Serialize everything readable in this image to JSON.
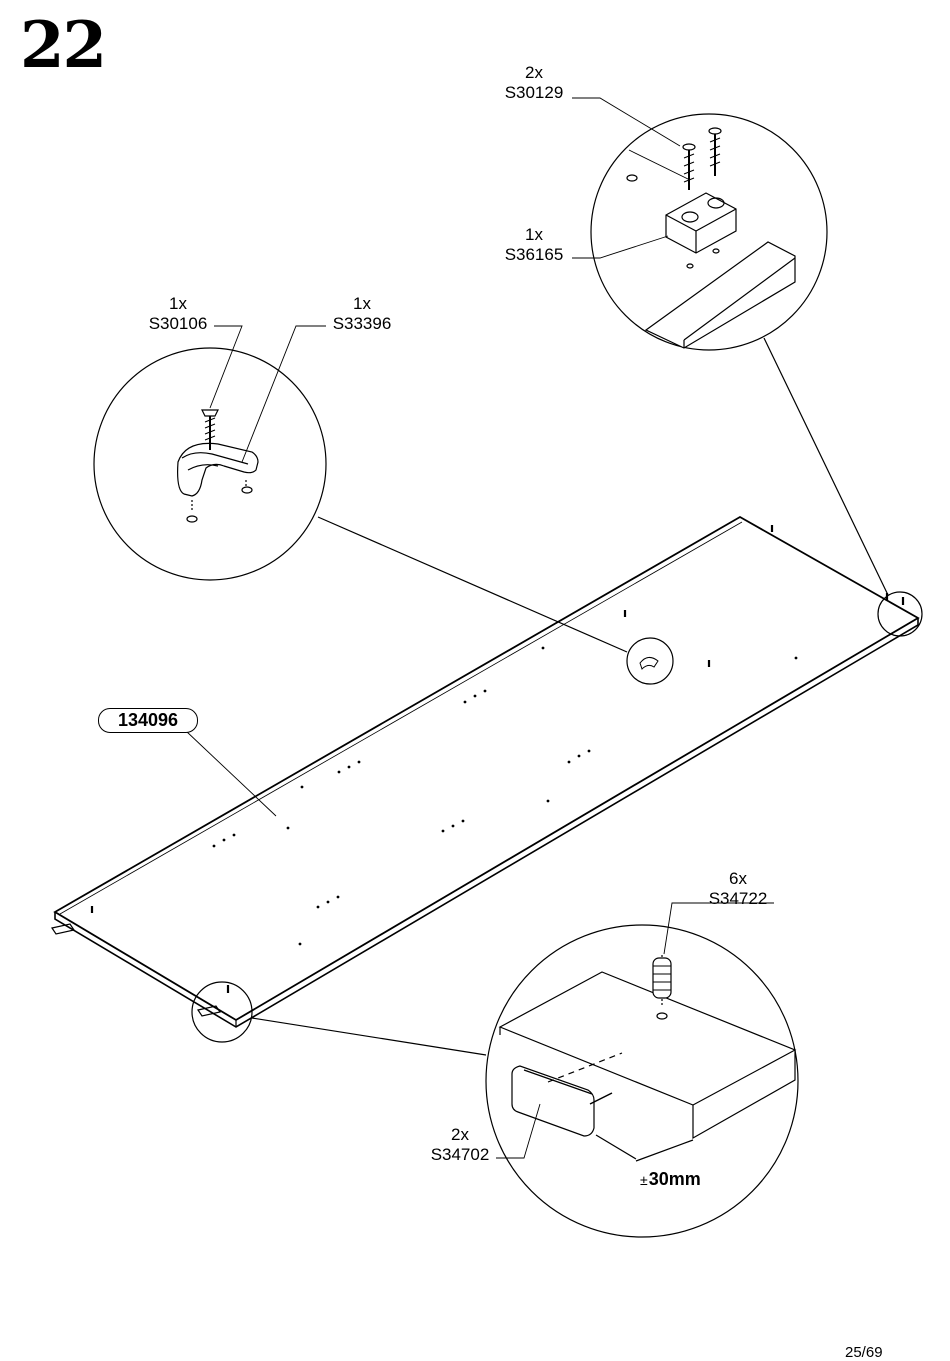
{
  "step": {
    "number": "22"
  },
  "callouts": {
    "top_screw": {
      "qty": "2x",
      "code": "S30129"
    },
    "top_block": {
      "qty": "1x",
      "code": "S36165"
    },
    "clip_screw": {
      "qty": "1x",
      "code": "S30106"
    },
    "clip": {
      "qty": "1x",
      "code": "S33396"
    },
    "dowel": {
      "qty": "6x",
      "code": "S34722"
    },
    "connector": {
      "qty": "2x",
      "code": "S34702"
    }
  },
  "panel": {
    "part_number": "134096"
  },
  "dimension": {
    "symbol": "±",
    "value": "30mm"
  },
  "footer": {
    "page": "25/69"
  }
}
